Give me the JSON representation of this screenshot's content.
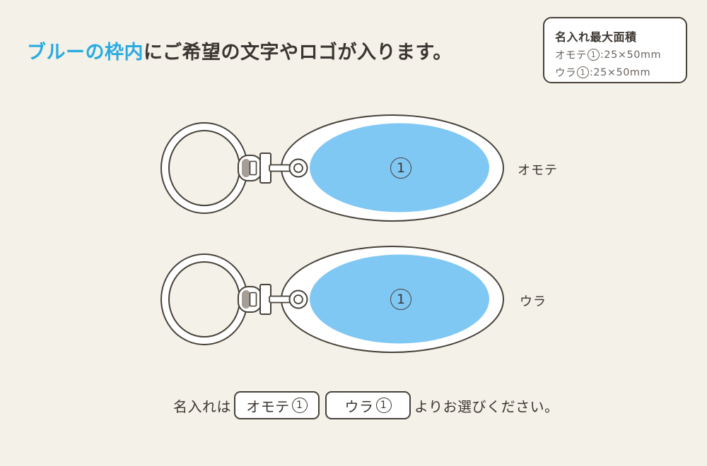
{
  "colors": {
    "background": "#f4f1e8",
    "accent_blue": "#29abe2",
    "print_area_blue": "#80c8f4",
    "outline": "#474139"
  },
  "heading": {
    "highlight": "ブルーの枠内",
    "rest": "にご希望の文字やロゴが入ります。"
  },
  "spec_box": {
    "title": "名入れ最大面積",
    "lines": [
      {
        "pre": "オモテ",
        "digit": "1",
        "post": ":25×50mm"
      },
      {
        "pre": "ウラ",
        "digit": "1",
        "post": ":25×50mm"
      }
    ]
  },
  "keychains": [
    {
      "side_label": "オモテ",
      "area_digit": "1"
    },
    {
      "side_label": "ウラ",
      "area_digit": "1"
    }
  ],
  "footer": {
    "prefix": "名入れは",
    "options": [
      {
        "label": "オモテ",
        "digit": "1"
      },
      {
        "label": "ウラ",
        "digit": "1"
      }
    ],
    "suffix": "よりお選びください。"
  }
}
